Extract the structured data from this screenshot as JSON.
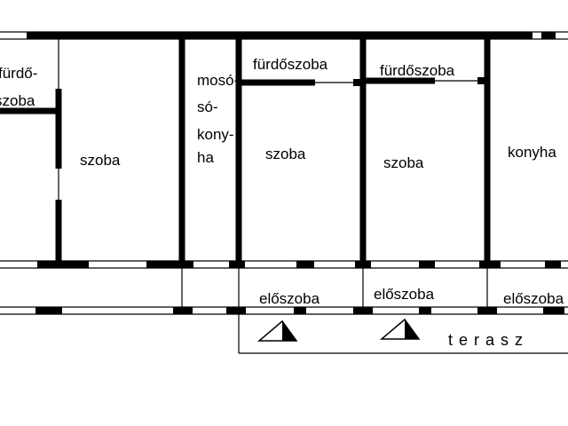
{
  "plan": {
    "colors": {
      "line": "#000000",
      "background": "#ffffff"
    },
    "rooms": {
      "bathroom_left": [
        "fürdő-",
        "szoba"
      ],
      "room_1": "szoba",
      "laundry_kitchen": [
        "mosó-",
        "só-",
        "kony-",
        "ha"
      ],
      "bathroom_2": "fürdőszoba",
      "room_2": "szoba",
      "bathroom_3": "fürdőszoba",
      "room_3": "szoba",
      "kitchen": "konyha",
      "hall_1": "előszoba",
      "hall_2": "előszoba",
      "hall_3": "előszoba",
      "terrace": "terasz"
    },
    "stair_symbols": [
      "stair-arrow",
      "stair-arrow"
    ]
  }
}
